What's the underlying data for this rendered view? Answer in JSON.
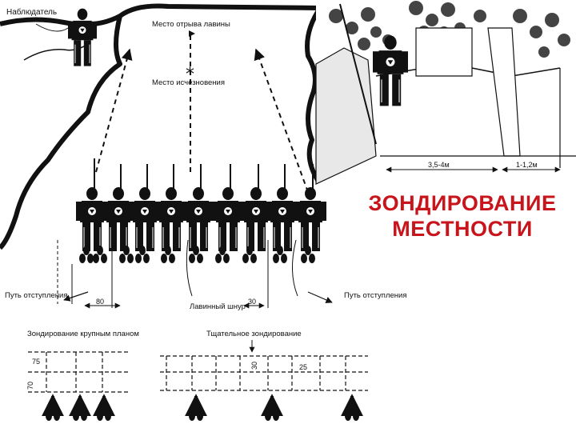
{
  "title": {
    "line1": "ЗОНДИРОВАНИЕ",
    "line2": "МЕСТНОСТИ"
  },
  "colors": {
    "title": "#c8141b",
    "ink": "#111111",
    "paper": "#ffffff"
  },
  "scheme": {
    "observer": "Наблюдатель",
    "avalanche_start": "Место отрыва лавины",
    "disappearance": "Место исчезновения",
    "retreat": "Путь отступления",
    "avalanche_cord": "Лавинный шнур",
    "spacing_left": "80",
    "spacing_right": "30"
  },
  "grid_left": {
    "caption": "Зондирование крупным планом",
    "dim_horizontal": "75",
    "dim_vertical": "70"
  },
  "grid_right": {
    "caption": "Тщательное зондирование",
    "dim_vertical": "30",
    "dim_horizontal": "25"
  },
  "trench": {
    "width_main": "3,5-4м",
    "width_side": "1-1,2м"
  },
  "icons": [
    "person-icon",
    "footprints-icon",
    "probe-icon"
  ]
}
